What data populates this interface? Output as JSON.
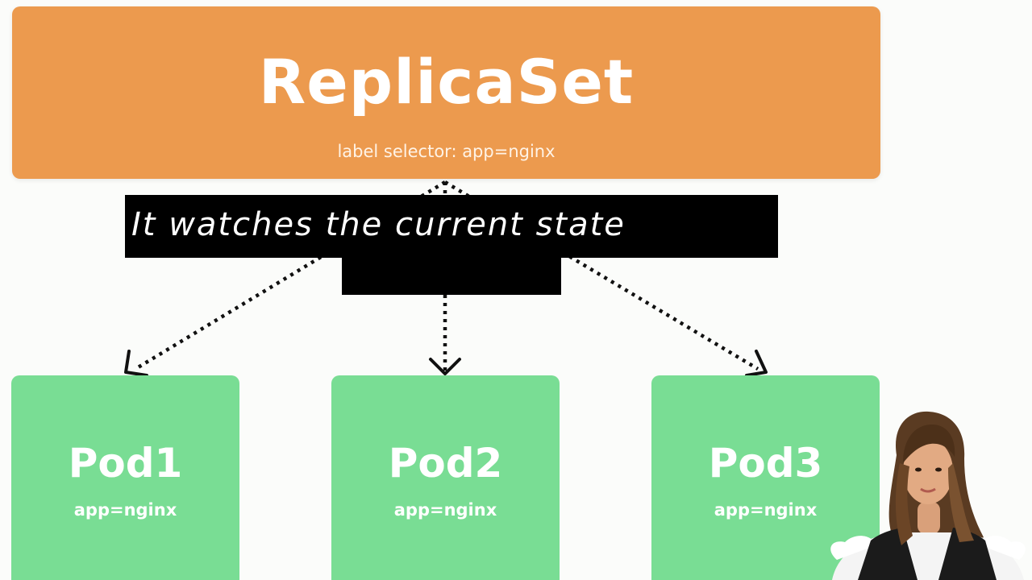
{
  "replicaset": {
    "title": "ReplicaSet",
    "selector": "label selector: app=nginx",
    "color": "#ec9a4e"
  },
  "caption": {
    "line1": "It watches the current state",
    "line2": ""
  },
  "pods": [
    {
      "title": "Pod1",
      "label": "app=nginx"
    },
    {
      "title": "Pod2",
      "label": "app=nginx"
    },
    {
      "title": "Pod3",
      "label": "app=nginx"
    }
  ],
  "pod_color": "#79dd94",
  "presenter": {
    "icon": "presenter-avatar"
  }
}
